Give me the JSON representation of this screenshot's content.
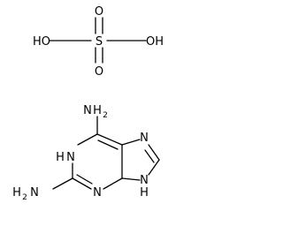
{
  "sulfuric_acid": {
    "left_group": "HO",
    "right_group": "OH",
    "center_atom": "S",
    "top_oxygen": "O",
    "bottom_oxygen": "O"
  },
  "diaminopurine": {
    "top_amine": {
      "n": "N",
      "h": "H",
      "sub": "2"
    },
    "left_nh": {
      "h": "H",
      "n": "N"
    },
    "left_amine": {
      "n": "N",
      "h": "H",
      "sub": "2"
    },
    "ring_n_lower": "N",
    "ring_n_right_upper": "N",
    "ring_n_right_lower": "N",
    "imidazole_h": "H"
  },
  "colors": {
    "ink": "#000000",
    "background": "#ffffff"
  }
}
